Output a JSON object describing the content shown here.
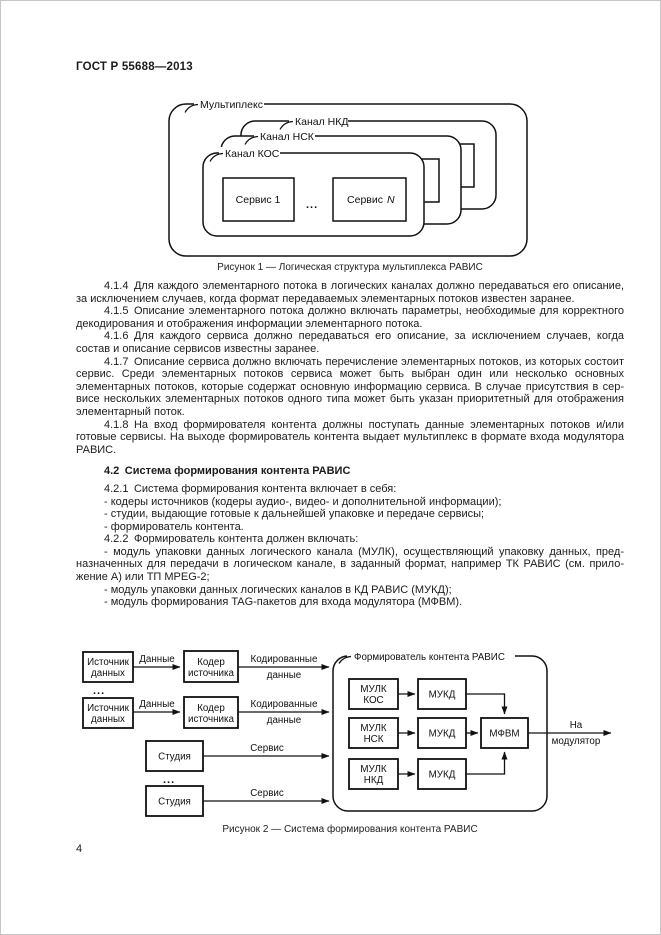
{
  "page": {
    "header": "ГОСТ Р 55688—2013",
    "number": "4"
  },
  "figure1": {
    "caption": "Рисунок 1 — Логическая структура мультиплекса РАВИС",
    "multiplex_label": "Мультиплекс",
    "channel_nkd_label": "Канал НКД",
    "channel_nsk_label": "Канал НСК",
    "channel_kos_label": "Канал КОС",
    "service1_label": "Сервис 1",
    "serviceN_prefix": "Сервис",
    "serviceN_var": "N",
    "dots": "..."
  },
  "body": {
    "p414": "4.1.4 Для каждого элементарного потока в логических каналах должно передаваться его опи­сание, за исключением случаев, когда формат передаваемых элементарных потоков известен заранее.",
    "p415": "4.1.5 Описание элементарного потока должно включать параметры, необходимые для корректно­го декодирования и отображения информации элементарного потока.",
    "p416": "4.1.6 Для каждого сервиса должно передаваться его описание, за исключением случаев, когда состав и описание сервисов известны заранее.",
    "p417": "4.1.7 Описание сервиса должно включать перечисление элементарных потоков, из которых со­стоит сервис. Среди элементарных потоков сервиса может быть выбран один или несколько основ­ных элементарных потоков, которые содержат основную информацию сервиса. В случае присутствия в сер­висе нескольких элементарных потоков одного типа может быть указан приоритетный для отображе­ния элементарный поток.",
    "p418": "4.1.8 На вход формирователя контента должны поступать данные элементарных потоков и/или готовые сервисы. На выходе формирователь контента выдает мультиплекс в формате входа модуля­тора РАВИС.",
    "h42": "4.2 Система формирования контента РАВИС",
    "p421": "4.2.1 Система формирования контента включает в себя:",
    "li1": "- кодеры источников (кодеры аудио-, видео- и дополнительной информации);",
    "li2": "- студии, выдающие готовые к дальнейшей упаковке и передаче сервисы;",
    "li3": "- формирователь контента.",
    "p422": "4.2.2 Формирователь контента должен включать:",
    "li4": "- модуль упаковки данных логического канала (МУЛК), осуществляющий упаковку данных, пред­назначенных для передачи в логическом канале, в заданный формат, например ТК РАВИС (см. прило­жение А) или ТП MPEG-2;",
    "li5": "- модуль упаковки данных логических каналов в КД РАВИС (МУКД);",
    "li6": "- модуль формирования TAG-пакетов для входа модулятора (МФВМ)."
  },
  "figure2": {
    "caption": "Рисунок 2 — Система формирования контента РАВИС",
    "container_label": "Формирователь контента РАВИС",
    "source_line1": "Источник",
    "source_line2": "данных",
    "coder_line1": "Кодер",
    "coder_line2": "источника",
    "studio_label": "Студия",
    "data_label": "Данные",
    "coded_line1": "Кодированные",
    "coded_line2": "данные",
    "service_label": "Сервис",
    "mulk": "МУЛК",
    "kos": "КОС",
    "nsk": "НСК",
    "nkd": "НКД",
    "mukd": "МУКД",
    "mfvm": "МФВМ",
    "out_line1": "На",
    "out_line2": "модулятор",
    "dots": "..."
  }
}
